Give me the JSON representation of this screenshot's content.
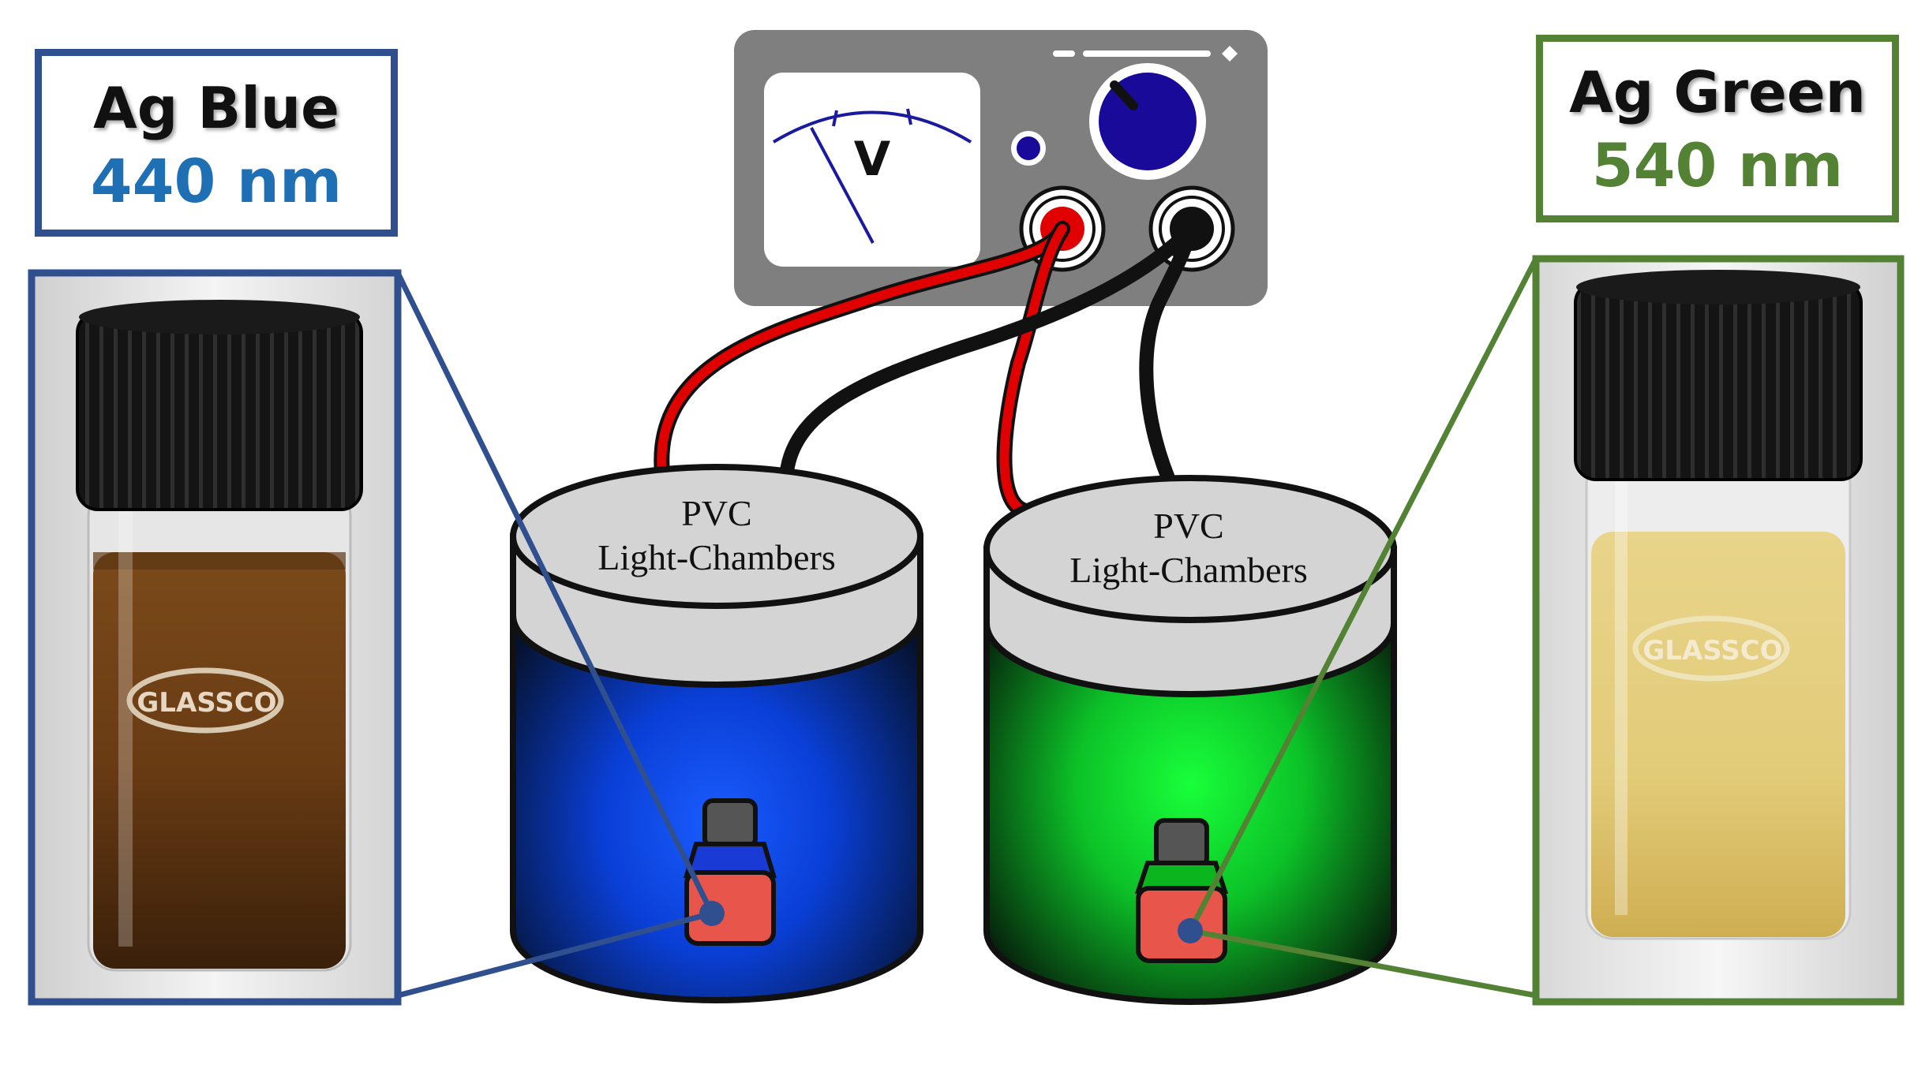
{
  "left_label": {
    "name": "Ag Blue",
    "wavelength": "440 nm"
  },
  "right_label": {
    "name": "Ag Green",
    "wavelength": "540 nm"
  },
  "voltmeter": {
    "symbol": "V"
  },
  "chambers": [
    {
      "line1": "PVC",
      "line2": "Light-Chambers",
      "light": "blue"
    },
    {
      "line1": "PVC",
      "line2": "Light-Chambers",
      "light": "green"
    }
  ],
  "vial_brand": "GLASSCO",
  "colors": {
    "blue_frame": "#2f4f8f",
    "blue_text": "#1f6fb5",
    "green_frame": "#548235",
    "wire_positive": "#e00000",
    "wire_negative": "#000000",
    "meter_body": "#7f7f7f",
    "knob": "#1a0a9a"
  }
}
